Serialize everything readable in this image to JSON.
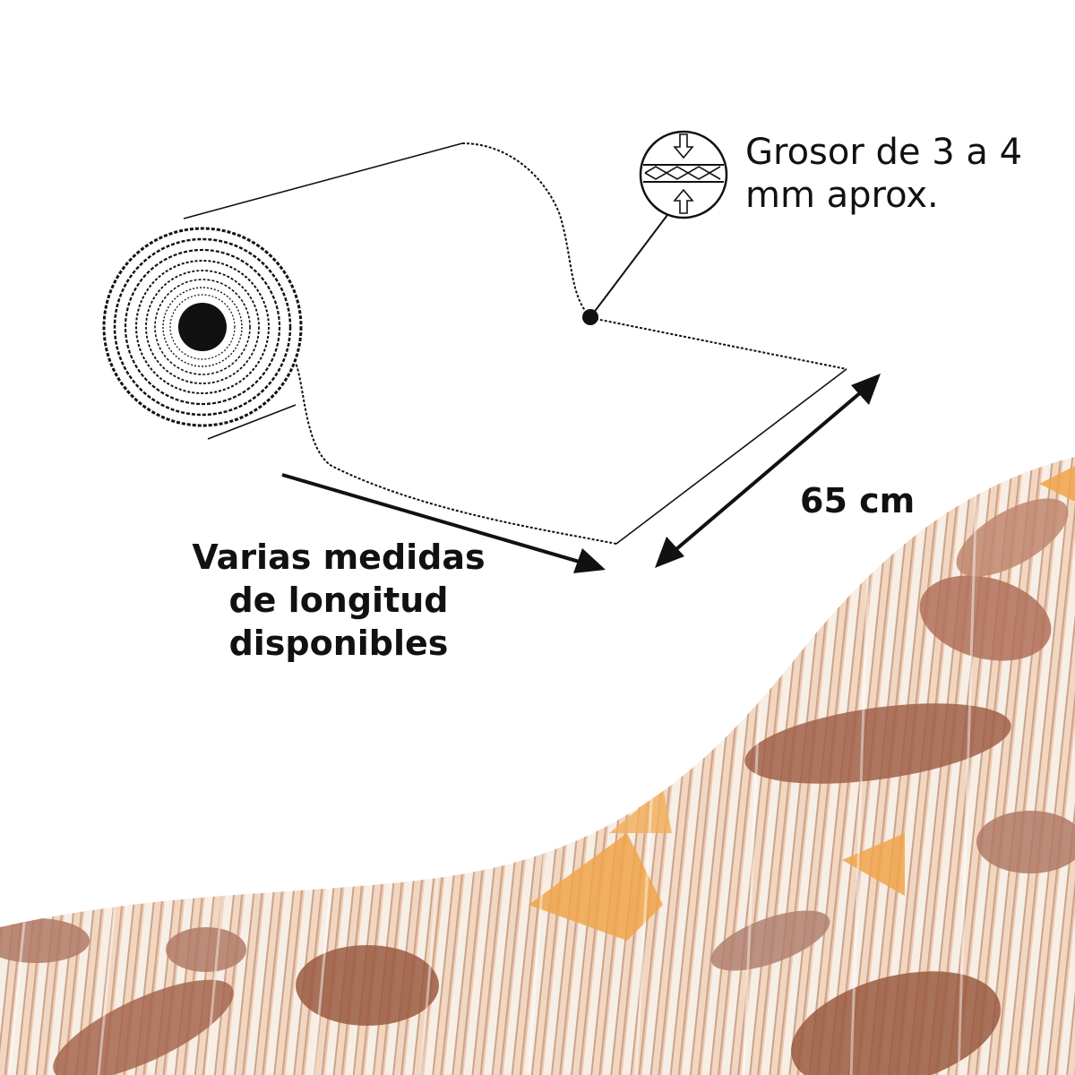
{
  "annotations": {
    "thickness": {
      "line1": "Grosor de 3 a 4",
      "line2": "mm aprox."
    },
    "width": "65 cm",
    "length": {
      "line1": "Varias medidas",
      "line2": "de longitud",
      "line3": "disponibles"
    }
  },
  "colors": {
    "ink": "#111111",
    "mat_cream": "#f4ece4",
    "mat_peach": "#efc8ad",
    "mat_brown": "#9a5a40",
    "mat_orange": "#f0a54a"
  },
  "icons": [
    "rolled-mat-icon",
    "thickness-detail-icon",
    "dimension-arrow-icon"
  ]
}
